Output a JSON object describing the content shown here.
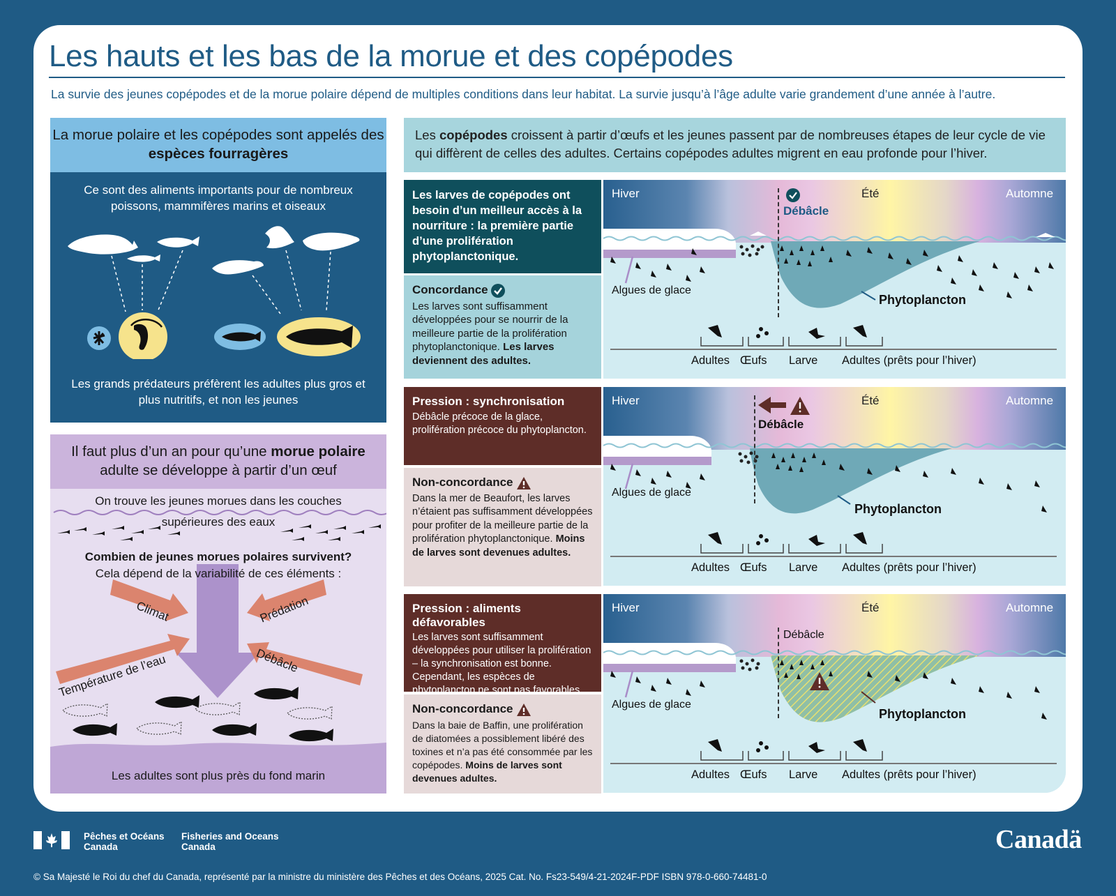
{
  "title": "Les hauts et les bas de la morue et des copépodes",
  "subtitle": "La survie des jeunes copépodes et de la morue polaire dépend de multiples conditions dans leur habitat. La survie jusqu’à l’âge adulte varie grandement d’une année à l’autre.",
  "forage": {
    "heading_pre": "La morue polaire et les copépodes sont appelés des",
    "heading_bold": "espèces fourragères",
    "text_top": "Ce sont des aliments importants pour de nombreux poissons, mammifères marins et oiseaux",
    "text_bottom": "Les grands prédateurs préfèrent les adultes plus gros et plus nutritifs, et non les jeunes"
  },
  "cod": {
    "heading_pre": "Il faut plus d’un an pour qu’une",
    "heading_bold": "morue polaire",
    "heading_post": "adulte se développe à partir d’un œuf",
    "young_line1": "On trouve les jeunes morues dans les couches",
    "young_line2": "supérieures des eaux",
    "question": "Combien de jeunes morues polaires survivent?",
    "depends": "Cela dépend de la variabilité de ces éléments :",
    "factors": [
      "Climat",
      "Prédation",
      "Température de l’eau",
      "Débâcle"
    ],
    "bottom": "Les adultes sont plus près du fond marin"
  },
  "copepods_intro": {
    "pre": "Les",
    "bold": "copépodes",
    "post": "croissent à partir d’œufs et les jeunes passent par de nombreuses étapes de leur cycle de vie qui diffèrent de celles des adultes. Certains copépodes adultes migrent en eau profonde pour l’hiver."
  },
  "scenarios": [
    {
      "top_text": "Les larves de copépodes ont besoin d’un meilleur accès à la nourriture : la première partie d’une prolifération phytoplanctonique.",
      "result_title": "Concordance",
      "result_icon": "check-icon",
      "result_body": "Les larves sont suffisamment développées pour se nourrir de la meilleure partie de la prolifération phytoplanctonique.",
      "result_bold": "Les larves deviennent des adultes.",
      "breakup_label": "Débâcle"
    },
    {
      "top_title": "Pression : synchronisation",
      "top_body": "Débâcle précoce de la glace, prolifération précoce du phytoplancton.",
      "result_title": "Non-concordance",
      "result_icon": "warning-icon",
      "result_body": "Dans la mer de Beaufort, les larves n’étaient pas suffisamment développées pour profiter de la meilleure partie de la prolifération phytoplanctonique.",
      "result_bold": "Moins de larves sont devenues adultes.",
      "breakup_label": "Débâcle"
    },
    {
      "top_title": "Pression : aliments défavorables",
      "top_body": "Les larves sont suffisamment développées pour utiliser la prolifération – la synchronisation est bonne. Cependant, les espèces de phytoplancton ne sont pas favorables.",
      "result_title": "Non-concordance",
      "result_icon": "warning-icon",
      "result_body": "Dans la baie de Baffin, une prolifération de diatomées a possiblement libéré des toxines et n’a pas été consommée par les copépodes.",
      "result_bold": "Moins de larves sont devenues adultes.",
      "breakup_label": "Débâcle"
    }
  ],
  "timeline": {
    "seasons": [
      "Hiver",
      "Été",
      "Automne"
    ],
    "ice_algae": "Algues de glace",
    "phyto": "Phytoplancton",
    "stages": [
      "Adultes",
      "Œufs",
      "Larve",
      "Adultes (prêts pour l’hiver)"
    ]
  },
  "footer": {
    "dept_fr_1": "Pêches et Océans",
    "dept_fr_2": "Canada",
    "dept_en_1": "Fisheries and Oceans",
    "dept_en_2": "Canada",
    "wordmark": "Canadä",
    "copyright": "© Sa Majesté le Roi du chef du Canada, représenté par la ministre du ministère des Pêches et des Océans, 2025   Cat. No. Fs23-549/4-21-2024F-PDF  ISBN 978-0-660-74481-0"
  },
  "colors": {
    "navy": "#1f5b85",
    "light_blue": "#7ebde3",
    "teal_dark": "#0f4f5c",
    "teal_light": "#a5d3db",
    "maroon": "#5e2d28",
    "rose_light": "#e6d9d9",
    "lavender": "#cbb4dc",
    "yellow": "#f6e38c",
    "salmon": "#d97a5f"
  }
}
